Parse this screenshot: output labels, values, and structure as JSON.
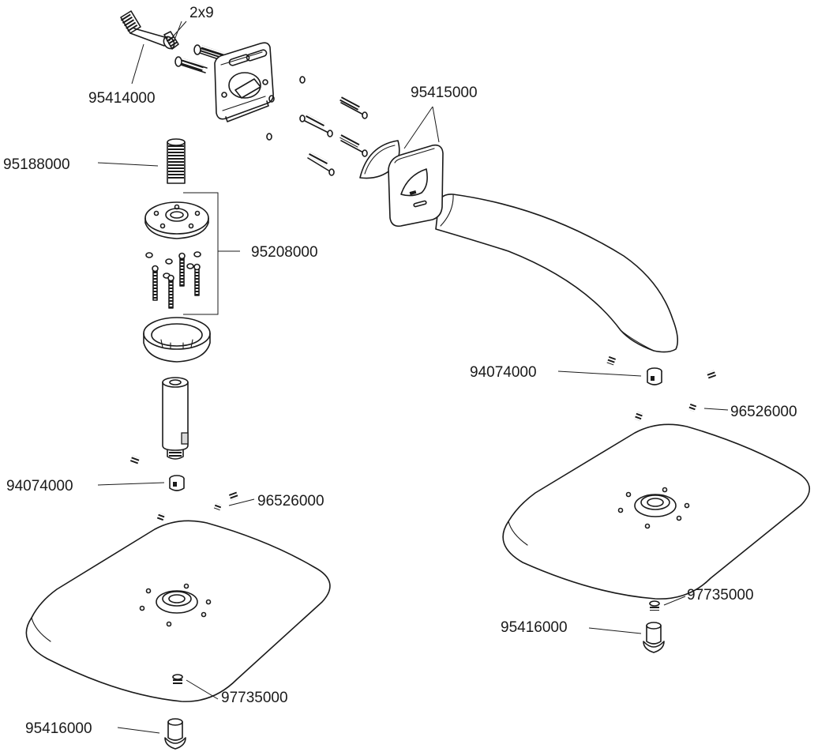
{
  "labels": {
    "qty_note": "2x9",
    "part_95414000": "95414000",
    "part_95188000": "95188000",
    "part_95208000": "95208000",
    "part_95415000": "95415000",
    "part_94074000_left": "94074000",
    "part_96526000_left": "96526000",
    "part_97735000_left": "97735000",
    "part_95416000_left": "95416000",
    "part_94074000_right": "94074000",
    "part_96526000_right": "96526000",
    "part_97735000_right": "97735000",
    "part_95416000_right": "95416000"
  }
}
